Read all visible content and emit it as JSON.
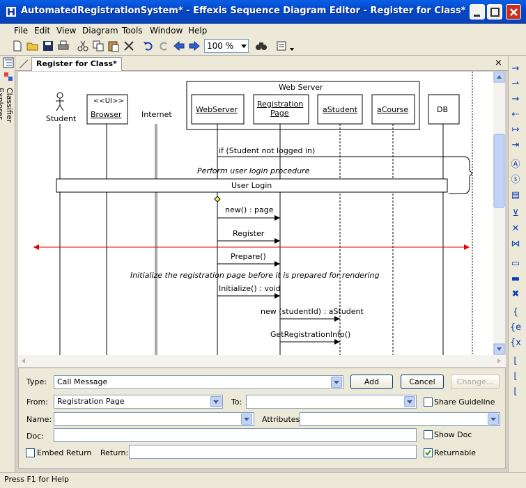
{
  "window": {
    "title": "AutomatedRegistrationSystem* - Effexis Sequence Diagram Editor - Register for Class*"
  },
  "menu": [
    "File",
    "Edit",
    "View",
    "Diagram",
    "Tools",
    "Window",
    "Help"
  ],
  "toolbar": {
    "zoom": "100 %"
  },
  "explorer": {
    "label": "Classifier Explorer"
  },
  "tab": {
    "label": "Register for Class*",
    "close": "×"
  },
  "diagram": {
    "actors": [
      {
        "name": "Student"
      },
      {
        "stereotype": "<<UI>>",
        "name": "Browser"
      },
      {
        "name": "Internet"
      }
    ],
    "group_label": "Web Server",
    "objects": [
      {
        "name": "WebServer"
      },
      {
        "name": "Registration",
        "name2": "Page"
      },
      {
        "name": "aStudent"
      },
      {
        "name": "aCourse"
      },
      {
        "name": "DB"
      }
    ],
    "condition": "if (Student not logged in)",
    "procedure_note": "Perform user login procedure",
    "user_login": "User Login",
    "messages": [
      "new() : page",
      "Register",
      "Prepare()",
      "Initialize() : void",
      "new (studentId) : aStudent",
      "GetRegistrationInfo()"
    ],
    "note2": "Initialize the registration page before it is prepared for rendering"
  },
  "props": {
    "type_label": "Type:",
    "type_value": "Call Message",
    "add": "Add",
    "cancel": "Cancel",
    "change": "Change...",
    "from_label": "From:",
    "from_value": "Registration Page",
    "to_label": "To:",
    "to_value": "",
    "share_guideline": "Share Guideline",
    "name_label": "Name:",
    "name_value": "",
    "attributes_label": "Attributes:",
    "attributes_value": "",
    "doc_label": "Doc:",
    "doc_value": "",
    "show_doc": "Show Doc",
    "embed_return": "Embed Return",
    "return_label": "Return:",
    "return_value": "",
    "returnable": "Returnable"
  },
  "status": {
    "text": "Press F1 for Help"
  },
  "colors": {
    "selection_line": "#e00000",
    "accent": "#0a40b0"
  }
}
